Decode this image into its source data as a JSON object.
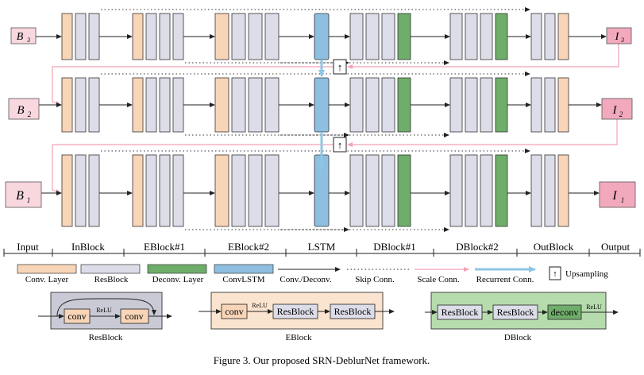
{
  "colors": {
    "conv": "#f9d5b8",
    "resblock": "#dcdde8",
    "deconv": "#6fae6a",
    "lstm": "#8fbfe0",
    "input_pink": "#f9d7df",
    "output_pink": "#f3a9bd",
    "scale_conn": "#f2a2b5",
    "recurrent": "#8cc6e6",
    "ebg": "#fbe4cf",
    "dbg": "#b6dcae",
    "rbg": "#c9cad6"
  },
  "rows": [
    {
      "input_label": "B",
      "input_sub": "3",
      "output_label": "I",
      "output_sub": "3"
    },
    {
      "input_label": "B",
      "input_sub": "2",
      "output_label": "I",
      "output_sub": "2"
    },
    {
      "input_label": "B",
      "input_sub": "1",
      "output_label": "I",
      "output_sub": "1"
    }
  ],
  "upsampling_glyph": "↑",
  "stage_labels": [
    "Input",
    "InBlock",
    "EBlock#1",
    "EBlock#2",
    "LSTM",
    "DBlock#1",
    "DBlock#2",
    "OutBlock",
    "Output"
  ],
  "legend": {
    "conv": "Conv. Layer",
    "resblock": "ResBlock",
    "deconv": "Deconv. Layer",
    "convlstm": "ConvLSTM",
    "conv_deconv": "Conv./Deconv.",
    "skip": "Skip Conn.",
    "scale": "Scale Conn.",
    "recurrent": "Recurrent Conn.",
    "upsampling": "Upsampling"
  },
  "detail": {
    "resblock": {
      "op1": "conv",
      "relu": "ReLU",
      "op2": "conv",
      "caption": "ResBlock"
    },
    "eblock": {
      "op1": "conv",
      "relu": "ReLU",
      "op2": "ResBlock",
      "op3": "ResBlock",
      "caption": "EBlock"
    },
    "dblock": {
      "op1": "ResBlock",
      "op2": "ResBlock",
      "op3": "deconv",
      "relu": "ReLU",
      "caption": "DBlock"
    }
  },
  "caption": "Figure 3. Our proposed SRN-DeblurNet framework."
}
